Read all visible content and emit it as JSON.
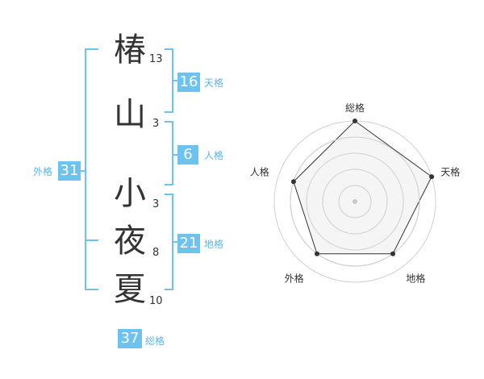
{
  "name": {
    "characters": [
      {
        "char": "椿",
        "strokes": "13"
      },
      {
        "char": "山",
        "strokes": "3"
      },
      {
        "char": "小",
        "strokes": "3"
      },
      {
        "char": "夜",
        "strokes": "8"
      },
      {
        "char": "夏",
        "strokes": "10"
      }
    ]
  },
  "fortunes": {
    "tenkaku": {
      "value": "16",
      "label": "天格"
    },
    "jinkaku": {
      "value": "6",
      "label": "人格"
    },
    "chikaku": {
      "value": "21",
      "label": "地格"
    },
    "gaikaku": {
      "value": "31",
      "label": "外格"
    },
    "soukaku": {
      "value": "37",
      "label": "総格"
    }
  },
  "radar": {
    "axes": [
      "総格",
      "天格",
      "地格",
      "外格",
      "人格"
    ],
    "levels": 5,
    "values": [
      5,
      5,
      4,
      4,
      4
    ],
    "max": 5,
    "colors": {
      "grid": "#d0d0d0",
      "fill": "#f2f2f2",
      "line": "#333333",
      "dot": "#333333",
      "center": "#c8c8c8"
    }
  },
  "colors": {
    "bracket": "#6dc3f0",
    "badge": "#6dc3f0",
    "label": "#5cb5e8",
    "text": "#333333"
  }
}
